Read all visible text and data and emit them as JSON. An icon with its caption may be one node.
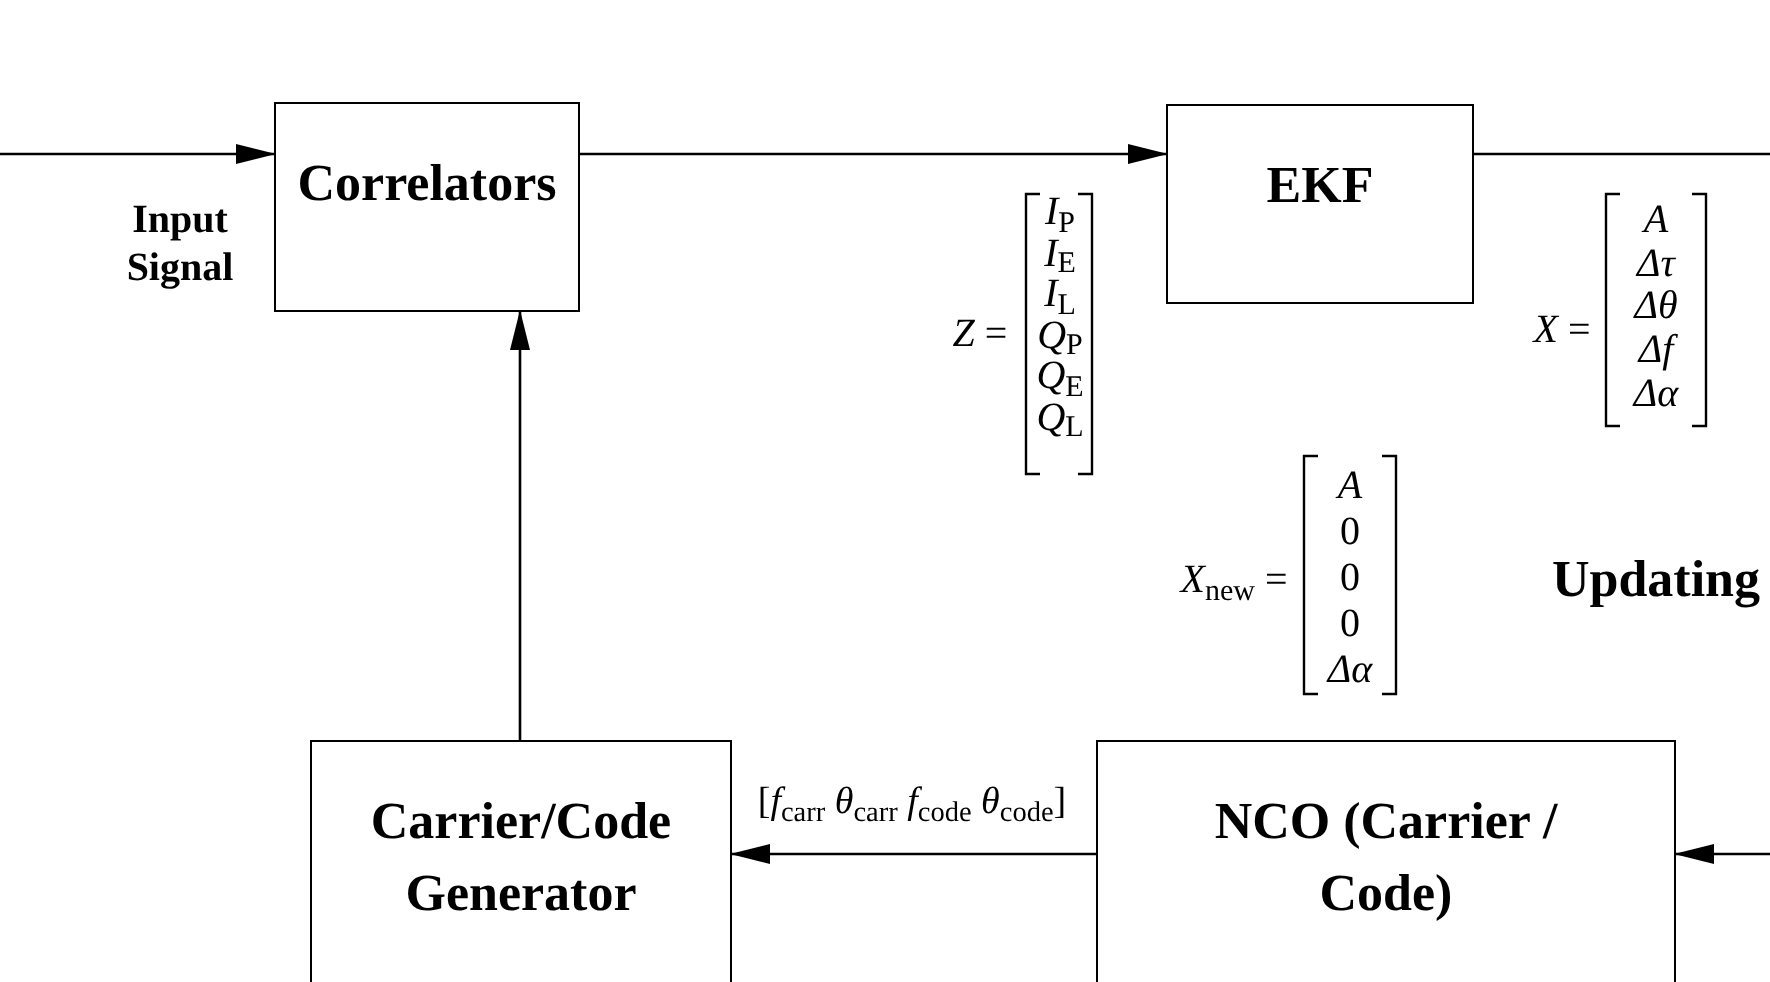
{
  "diagram": {
    "nodes": [
      {
        "text": [
          "Correlators"
        ]
      },
      {
        "text": [
          "EKF"
        ]
      },
      {
        "text": [
          "Carrier/Code Generator"
        ]
      },
      {
        "text": [
          "NCO (Carrier / Code)"
        ]
      }
    ],
    "edges": [
      {
        "from": null,
        "to": 0,
        "arrow": "to",
        "label": "Input Signal"
      },
      {
        "from": 0,
        "to": 1,
        "arrow": "to"
      },
      {
        "from": 1,
        "to": null,
        "arrow": "none"
      },
      {
        "from": 2,
        "to": 0,
        "arrow": "to"
      },
      {
        "from": 3,
        "to": 2,
        "arrow": "to",
        "label": "[*f*$_{carr}$ *θ*$_{carr}$ *f*$_{code}$ *θ*$_{code}$]"
      },
      {
        "from": null,
        "to": 3,
        "arrow": "to"
      }
    ],
    "labels": [
      "*Z* =",
      "*I*$_{P}$",
      "*I*$_{E}$",
      "*I*$_{L}$",
      "*Q*$_{P}$",
      "*Q*$_{E}$",
      "*Q*$_{L}$",
      "*X* =",
      "*A*",
      "*Δτ*",
      "*Δθ*",
      "*Δf*",
      "*Δα*",
      "*X*$_{new}$ =",
      "*A*",
      "0",
      "0",
      "0",
      "*Δα*",
      "Updating"
    ]
  }
}
